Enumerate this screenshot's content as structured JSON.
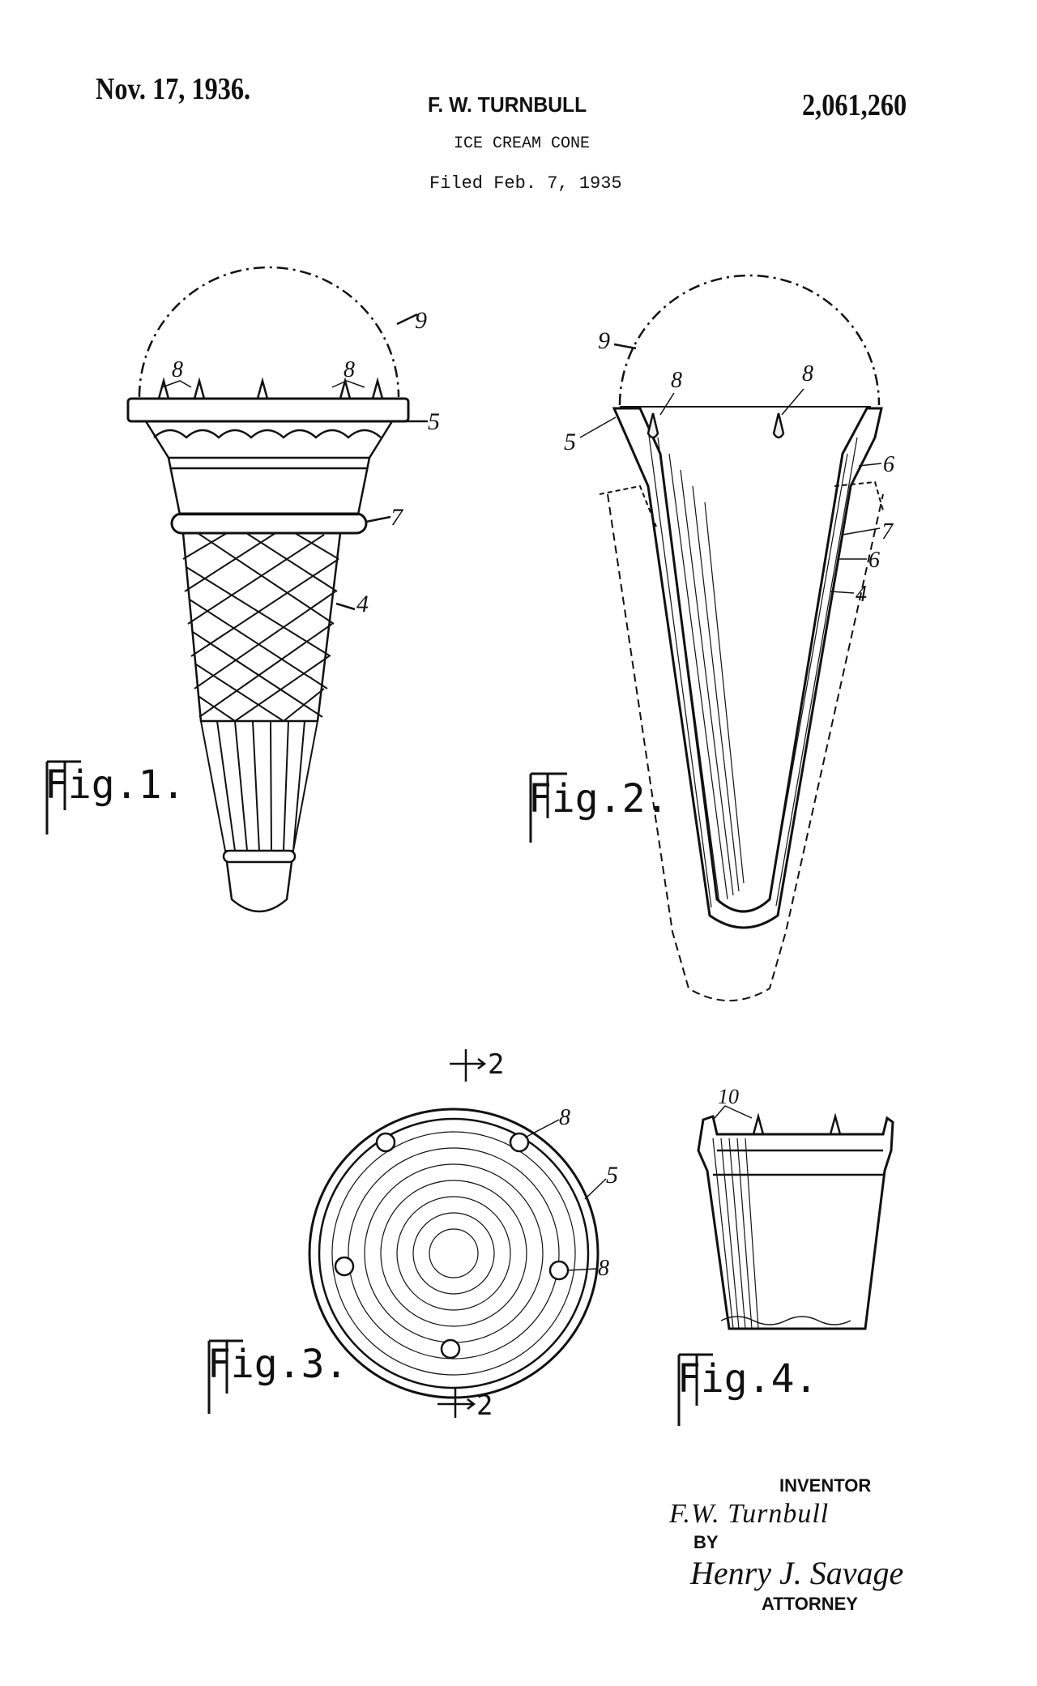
{
  "header": {
    "date": "Nov. 17, 1936.",
    "inventor": "F. W. TURNBULL",
    "patent_number": "2,061,260",
    "title": "ICE CREAM CONE",
    "filed": "Filed Feb. 7, 1935"
  },
  "figures": {
    "fig1": {
      "label": "Fig.1.",
      "refs": {
        "r9": "9",
        "r8a": "8",
        "r8b": "8",
        "r5": "5",
        "r7": "7",
        "r4": "4"
      }
    },
    "fig2": {
      "label": "Fig.2.",
      "refs": {
        "r9": "9",
        "r8a": "8",
        "r8b": "8",
        "r5": "5",
        "r6a": "6",
        "r7": "7",
        "r6b": "6",
        "r4": "4"
      }
    },
    "fig3": {
      "label": "Fig.3.",
      "refs": {
        "r8a": "8",
        "r5": "5",
        "r8b": "8",
        "sec_top": "2",
        "sec_bottom": "2"
      }
    },
    "fig4": {
      "label": "Fig.4.",
      "refs": {
        "r10": "10"
      }
    }
  },
  "signature": {
    "inventor_label": "INVENTOR",
    "inventor_name": "F.W. Turnbull",
    "by_label": "BY",
    "attorney_signature": "Henry J. Savage",
    "attorney_label": "ATTORNEY"
  }
}
